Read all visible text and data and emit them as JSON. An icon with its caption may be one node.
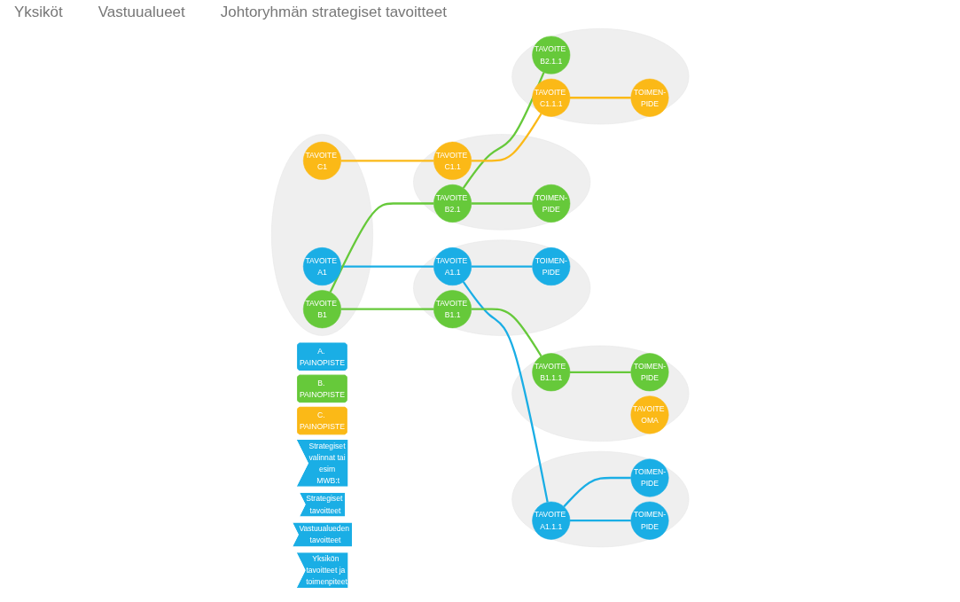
{
  "diagram": {
    "nodes": [
      {
        "text": [
          "A. PAINOPISTE"
        ]
      },
      {
        "text": [
          "B. PAINOPISTE"
        ]
      },
      {
        "text": [
          "C. PAINOPISTE"
        ]
      },
      {
        "text": [],
        "shape": "circle"
      },
      {
        "text": [
          "TAVOITE A1"
        ],
        "in": 3
      },
      {
        "text": [
          "TAVOITE B1"
        ],
        "in": 3
      },
      {
        "text": [
          "TAVOITE C1"
        ],
        "in": 3
      },
      {
        "text": [],
        "shape": "circle"
      },
      {
        "text": [
          "TAVOITE A1.1"
        ],
        "in": 7
      },
      {
        "text": [
          "TOIMEN-PIDE"
        ],
        "in": 7
      },
      {
        "text": [
          "TAVOITE B1.1"
        ],
        "in": 7
      },
      {
        "text": [],
        "shape": "circle"
      },
      {
        "text": [
          "TAVOITE B2.1"
        ],
        "in": 11
      },
      {
        "text": [
          "TOIMEN-PIDE"
        ],
        "in": 11
      },
      {
        "text": [
          "TAVOITE C1.1"
        ],
        "in": 11
      },
      {
        "text": [],
        "shape": "circle"
      },
      {
        "text": [
          "TAVOITE A1.1.1"
        ],
        "in": 15
      },
      {
        "text": [
          "TOIMEN-PIDE"
        ],
        "in": 15
      },
      {
        "text": [
          "TOIMEN-PIDE"
        ],
        "in": 15
      },
      {
        "text": [],
        "shape": "circle"
      },
      {
        "text": [
          "TAVOITE B1.1.1"
        ],
        "in": 19
      },
      {
        "text": [
          "TOIMEN-PIDE"
        ],
        "in": 19
      },
      {
        "text": [
          "TAVOITE OMA"
        ],
        "in": 19
      },
      {
        "text": [],
        "shape": "circle"
      },
      {
        "text": [
          "TAVOITE B2.1.1"
        ],
        "in": 23
      },
      {
        "text": [
          "TAVOITE C1.1.1"
        ],
        "in": 23
      },
      {
        "text": [
          "TOIMEN-PIDE"
        ],
        "in": 23
      },
      {
        "text": [
          "Strategiset valinnat tai esim MWB:t"
        ]
      },
      {
        "text": [
          "Strategiset tavoitteet"
        ]
      },
      {
        "text": [
          "Vastuualueden tavoitteet"
        ]
      },
      {
        "text": [
          "Yksikön tavoitteet ja toimenpiteet"
        ]
      }
    ],
    "edges": [
      {
        "from": 4,
        "to": 8,
        "arrow": "none",
        "color": "#1aaee5"
      },
      {
        "from": 8,
        "to": 9,
        "arrow": "none",
        "color": "#1aaee5"
      },
      {
        "from": 8,
        "to": 16,
        "arrow": "none",
        "color": "#1aaee5"
      },
      {
        "from": 16,
        "to": 17,
        "arrow": "none",
        "color": "#1aaee5"
      },
      {
        "from": 16,
        "to": 18,
        "arrow": "none",
        "color": "#1aaee5"
      },
      {
        "from": 5,
        "to": 10,
        "arrow": "none"
      },
      {
        "from": 10,
        "to": 20,
        "arrow": "none"
      },
      {
        "from": 20,
        "to": 21,
        "arrow": "none"
      },
      {
        "from": 5,
        "to": 12,
        "arrow": "none"
      },
      {
        "from": 12,
        "to": 13,
        "arrow": "none"
      },
      {
        "from": 12,
        "to": 24,
        "arrow": "none"
      },
      {
        "from": 6,
        "to": 14,
        "arrow": "none",
        "color": "#fbb917"
      },
      {
        "from": 14,
        "to": 25,
        "arrow": "none",
        "color": "#fbb917"
      },
      {
        "from": 25,
        "to": 26,
        "arrow": "none",
        "color": "#fbb917"
      }
    ],
    "labels": [
      "Yksiköt",
      "Vastuualueet",
      "Johtoryhmän strategiset tavoitteet"
    ]
  }
}
